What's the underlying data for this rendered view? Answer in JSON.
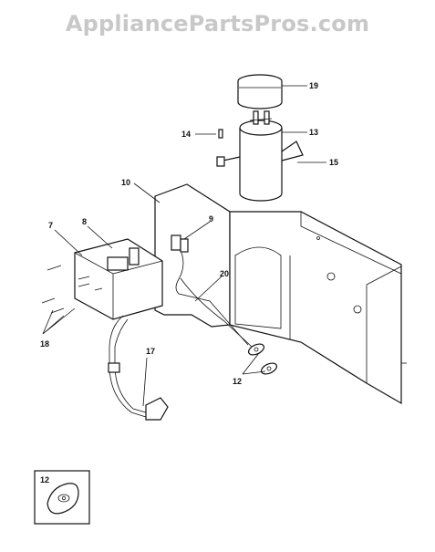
{
  "watermark": "AppliancePartsPros.com",
  "callouts": [
    {
      "id": "c19",
      "label": "19"
    },
    {
      "id": "c14",
      "label": "14"
    },
    {
      "id": "c13",
      "label": "13"
    },
    {
      "id": "c15",
      "label": "15"
    },
    {
      "id": "c10",
      "label": "10"
    },
    {
      "id": "c9",
      "label": "9"
    },
    {
      "id": "c7",
      "label": "7"
    },
    {
      "id": "c8",
      "label": "8"
    },
    {
      "id": "c20",
      "label": "20"
    },
    {
      "id": "c18",
      "label": "18"
    },
    {
      "id": "c17",
      "label": "17"
    },
    {
      "id": "c12",
      "label": "12"
    }
  ],
  "inset": {
    "label": "12"
  }
}
